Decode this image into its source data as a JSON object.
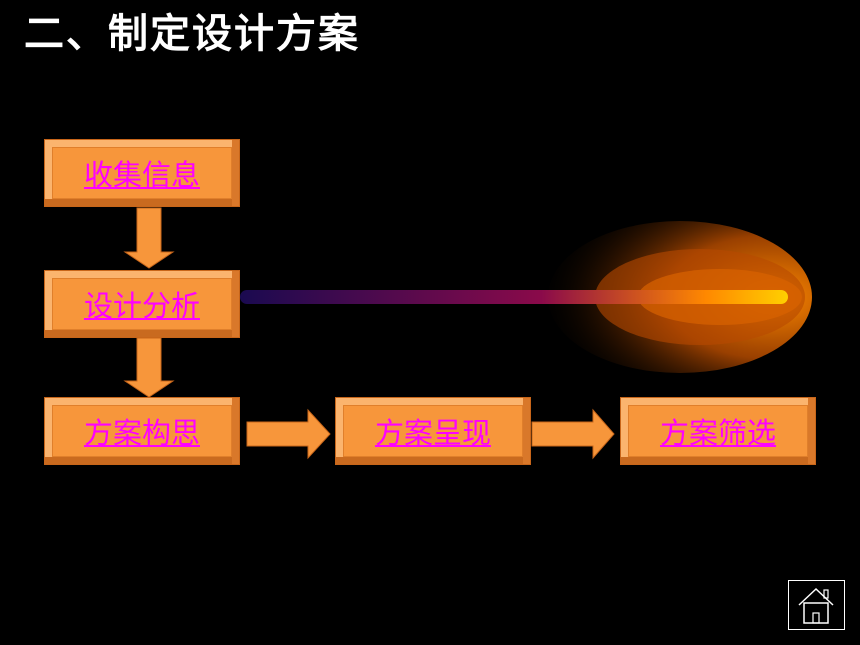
{
  "slide": {
    "title": "二、制定设计方案"
  },
  "flow": {
    "steps": [
      {
        "label": "收集信息"
      },
      {
        "label": "设计分析"
      },
      {
        "label": "方案构思"
      },
      {
        "label": "方案呈现"
      },
      {
        "label": "方案筛选"
      }
    ]
  },
  "colors": {
    "box_fill": "#f7963b",
    "link_text": "#ff00ff",
    "background": "#000000",
    "arrow_fill": "#f7963b"
  },
  "icons": {
    "home": "home-icon"
  }
}
